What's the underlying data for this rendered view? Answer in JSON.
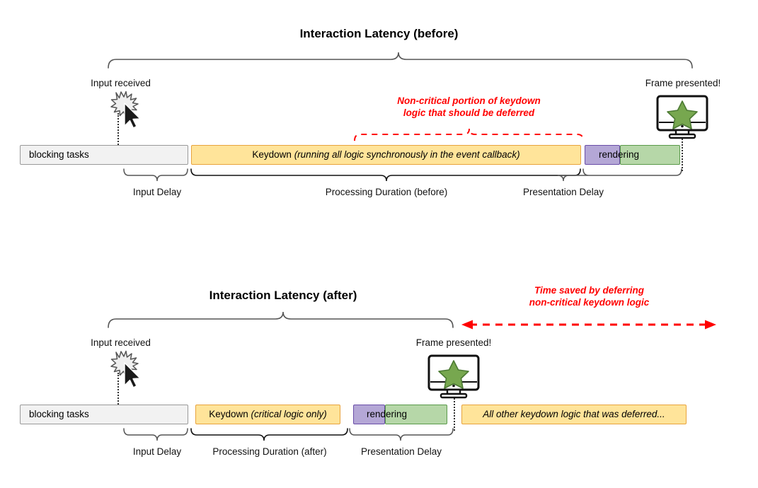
{
  "diagram": {
    "title_before": "Interaction Latency (before)",
    "title_after": "Interaction Latency (after)"
  },
  "before": {
    "title": "Interaction Latency (before)",
    "input_label": "Input received",
    "frame_label": "Frame presented!",
    "red_note_line1": "Non-critical portion of keydown",
    "red_note_line2": "logic that should be deferred",
    "bars": {
      "blocking": "blocking tasks",
      "keydown_main": "Keydown ",
      "keydown_italic": "(running all logic synchronously in the event callback)",
      "rendering": "rendering"
    },
    "brace_labels": {
      "input_delay": "Input Delay",
      "processing": "Processing Duration (before)",
      "presentation": "Presentation Delay"
    }
  },
  "after": {
    "title": "Interaction Latency (after)",
    "input_label": "Input received",
    "frame_label": "Frame presented!",
    "red_note_line1": "Time saved by deferring",
    "red_note_line2": "non-critical keydown logic",
    "bars": {
      "blocking": "blocking tasks",
      "keydown_main": "Keydown ",
      "keydown_italic": "(critical logic only)",
      "rendering": "rendering",
      "deferred": "All other keydown logic that was deferred..."
    },
    "brace_labels": {
      "input_delay": "Input Delay",
      "processing": "Processing Duration (after)",
      "presentation": "Presentation Delay"
    }
  },
  "colors": {
    "blocking_fill": "#f2f2f2",
    "blocking_stroke": "#999999",
    "keydown_fill": "#ffe49a",
    "keydown_stroke": "#e8a33d",
    "purple_fill": "#b4a7d6",
    "purple_stroke": "#6a4ea8",
    "green_fill": "#b6d7a8",
    "green_stroke": "#5a9a4a",
    "accent_red": "#ff0000",
    "star_green": "#77a74f",
    "brace_gray": "#555555",
    "brace_black": "#111111"
  },
  "icons": {
    "burst": "burst-icon",
    "cursor": "cursor-icon",
    "monitor": "monitor-icon",
    "star": "star-icon"
  }
}
